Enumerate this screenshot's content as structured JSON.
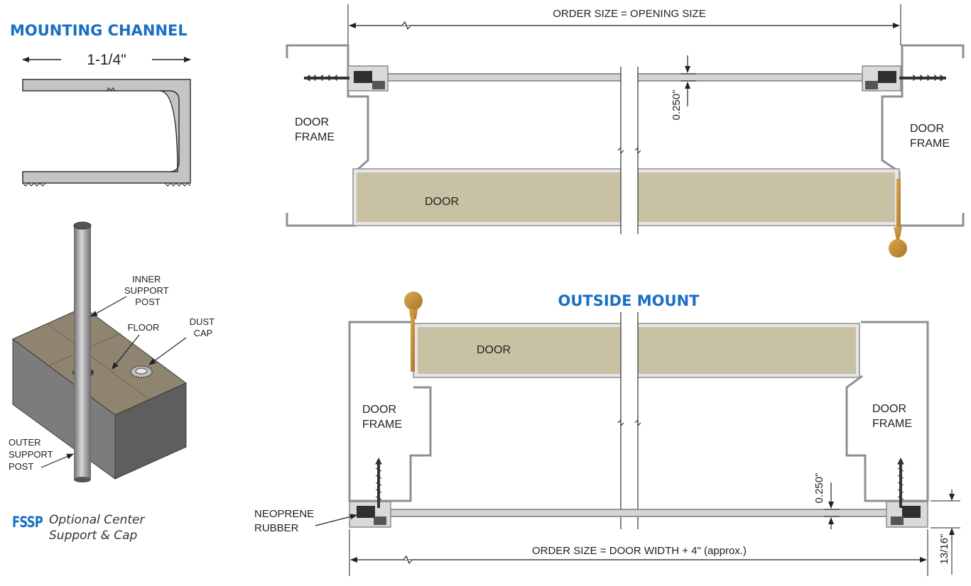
{
  "colors": {
    "heading_blue": "#1a6fc2",
    "door_fill": "#c9c1a4",
    "frame_stroke": "#8f8f8f",
    "channel_fill": "#c4c4c4",
    "pin_gold": "#c8943a"
  },
  "mounting_channel": {
    "title": "MOUNTING CHANNEL",
    "width_label": "1-1/4\""
  },
  "support_post": {
    "inner_label": [
      "INNER",
      "SUPPORT",
      "POST"
    ],
    "floor_label": "FLOOR",
    "dust_cap_label": [
      "DUST",
      "CAP"
    ],
    "outer_label": [
      "OUTER",
      "SUPPORT",
      "POST"
    ],
    "code": "FSSP",
    "caption_line1": "Optional Center",
    "caption_line2": "Support & Cap"
  },
  "inside_mount": {
    "order_size": "ORDER SIZE = OPENING SIZE",
    "gap": "0.250\"",
    "door_label": "DOOR",
    "frame_left": [
      "DOOR",
      "FRAME"
    ],
    "frame_right": [
      "DOOR",
      "FRAME"
    ]
  },
  "outside_mount": {
    "title": "OUTSIDE MOUNT",
    "door_label": "DOOR",
    "frame_left": [
      "DOOR",
      "FRAME"
    ],
    "frame_right": [
      "DOOR",
      "FRAME"
    ],
    "gap": "0.250\"",
    "neoprene_label": [
      "NEOPRENE",
      "RUBBER"
    ],
    "order_size": "ORDER SIZE = DOOR WIDTH +  4\" (approx.)",
    "height": "13/16\""
  }
}
